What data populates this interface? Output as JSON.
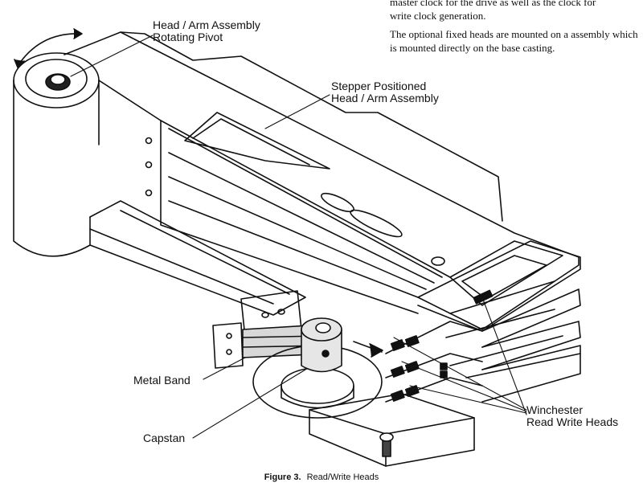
{
  "corner_text": {
    "para1_line1": "master clock for the drive as well as the clock for",
    "para1_line2": "write clock generation.",
    "para2": "The optional fixed heads are mounted on a assembly which is mounted directly on the base casting."
  },
  "labels": {
    "pivot": [
      "Head / Arm Assembly",
      "Rotating Pivot"
    ],
    "stepper": [
      "Stepper Positioned",
      "Head / Arm Assembly"
    ],
    "metal_band": "Metal Band",
    "capstan": "Capstan",
    "winchester": [
      "Winchester",
      "Read  Write Heads"
    ]
  },
  "caption": {
    "number": "Figure 3.",
    "title": "Read/Write Heads"
  }
}
